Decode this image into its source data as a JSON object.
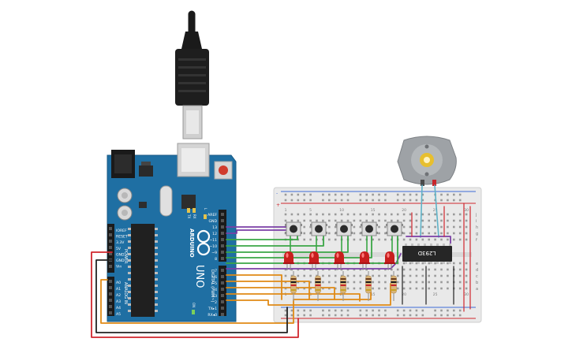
{
  "board": {
    "brand": "ARDUINO",
    "model": "UNO",
    "digital_header": "DIGITAL (PWM~)",
    "power_header": "POWER",
    "analog_header": "ANALOG IN",
    "tx_label": "TX",
    "rx_label": "RX",
    "l_label": "L",
    "on_label": "ON",
    "top_pins": [
      "AREF",
      "GND",
      "13",
      "12",
      "~11",
      "~10",
      "~9",
      "8"
    ],
    "bottom_pins": [
      "7",
      "~6",
      "~5",
      "4",
      "~3",
      "2",
      "TX▸1",
      "RX◂0"
    ],
    "power_pins": [
      "IOREF",
      "RESET",
      "3.3V",
      "5V",
      "GND",
      "GND",
      "Vin"
    ],
    "analog_pins": [
      "A0",
      "A1",
      "A2",
      "A3",
      "A4",
      "A5"
    ]
  },
  "driver": {
    "label": "L293D"
  },
  "breadboard": {
    "row_letters_top": [
      "j",
      "i",
      "h",
      "g",
      "f"
    ],
    "row_letters_bottom": [
      "e",
      "d",
      "c",
      "b",
      "a"
    ],
    "column_numbers": [
      "1",
      "5",
      "10",
      "15",
      "20",
      "25",
      "30"
    ],
    "rail_plus": "+",
    "rail_minus": "-"
  },
  "colors": {
    "board_blue": "#1f6fa3",
    "wire_purple": "#7b3fa6",
    "wire_green": "#3aa645",
    "wire_orange": "#e08a16",
    "wire_red": "#d0262d",
    "wire_black": "#222222",
    "wire_teal": "#5fb3c8",
    "led_red": "#c81e1e"
  }
}
